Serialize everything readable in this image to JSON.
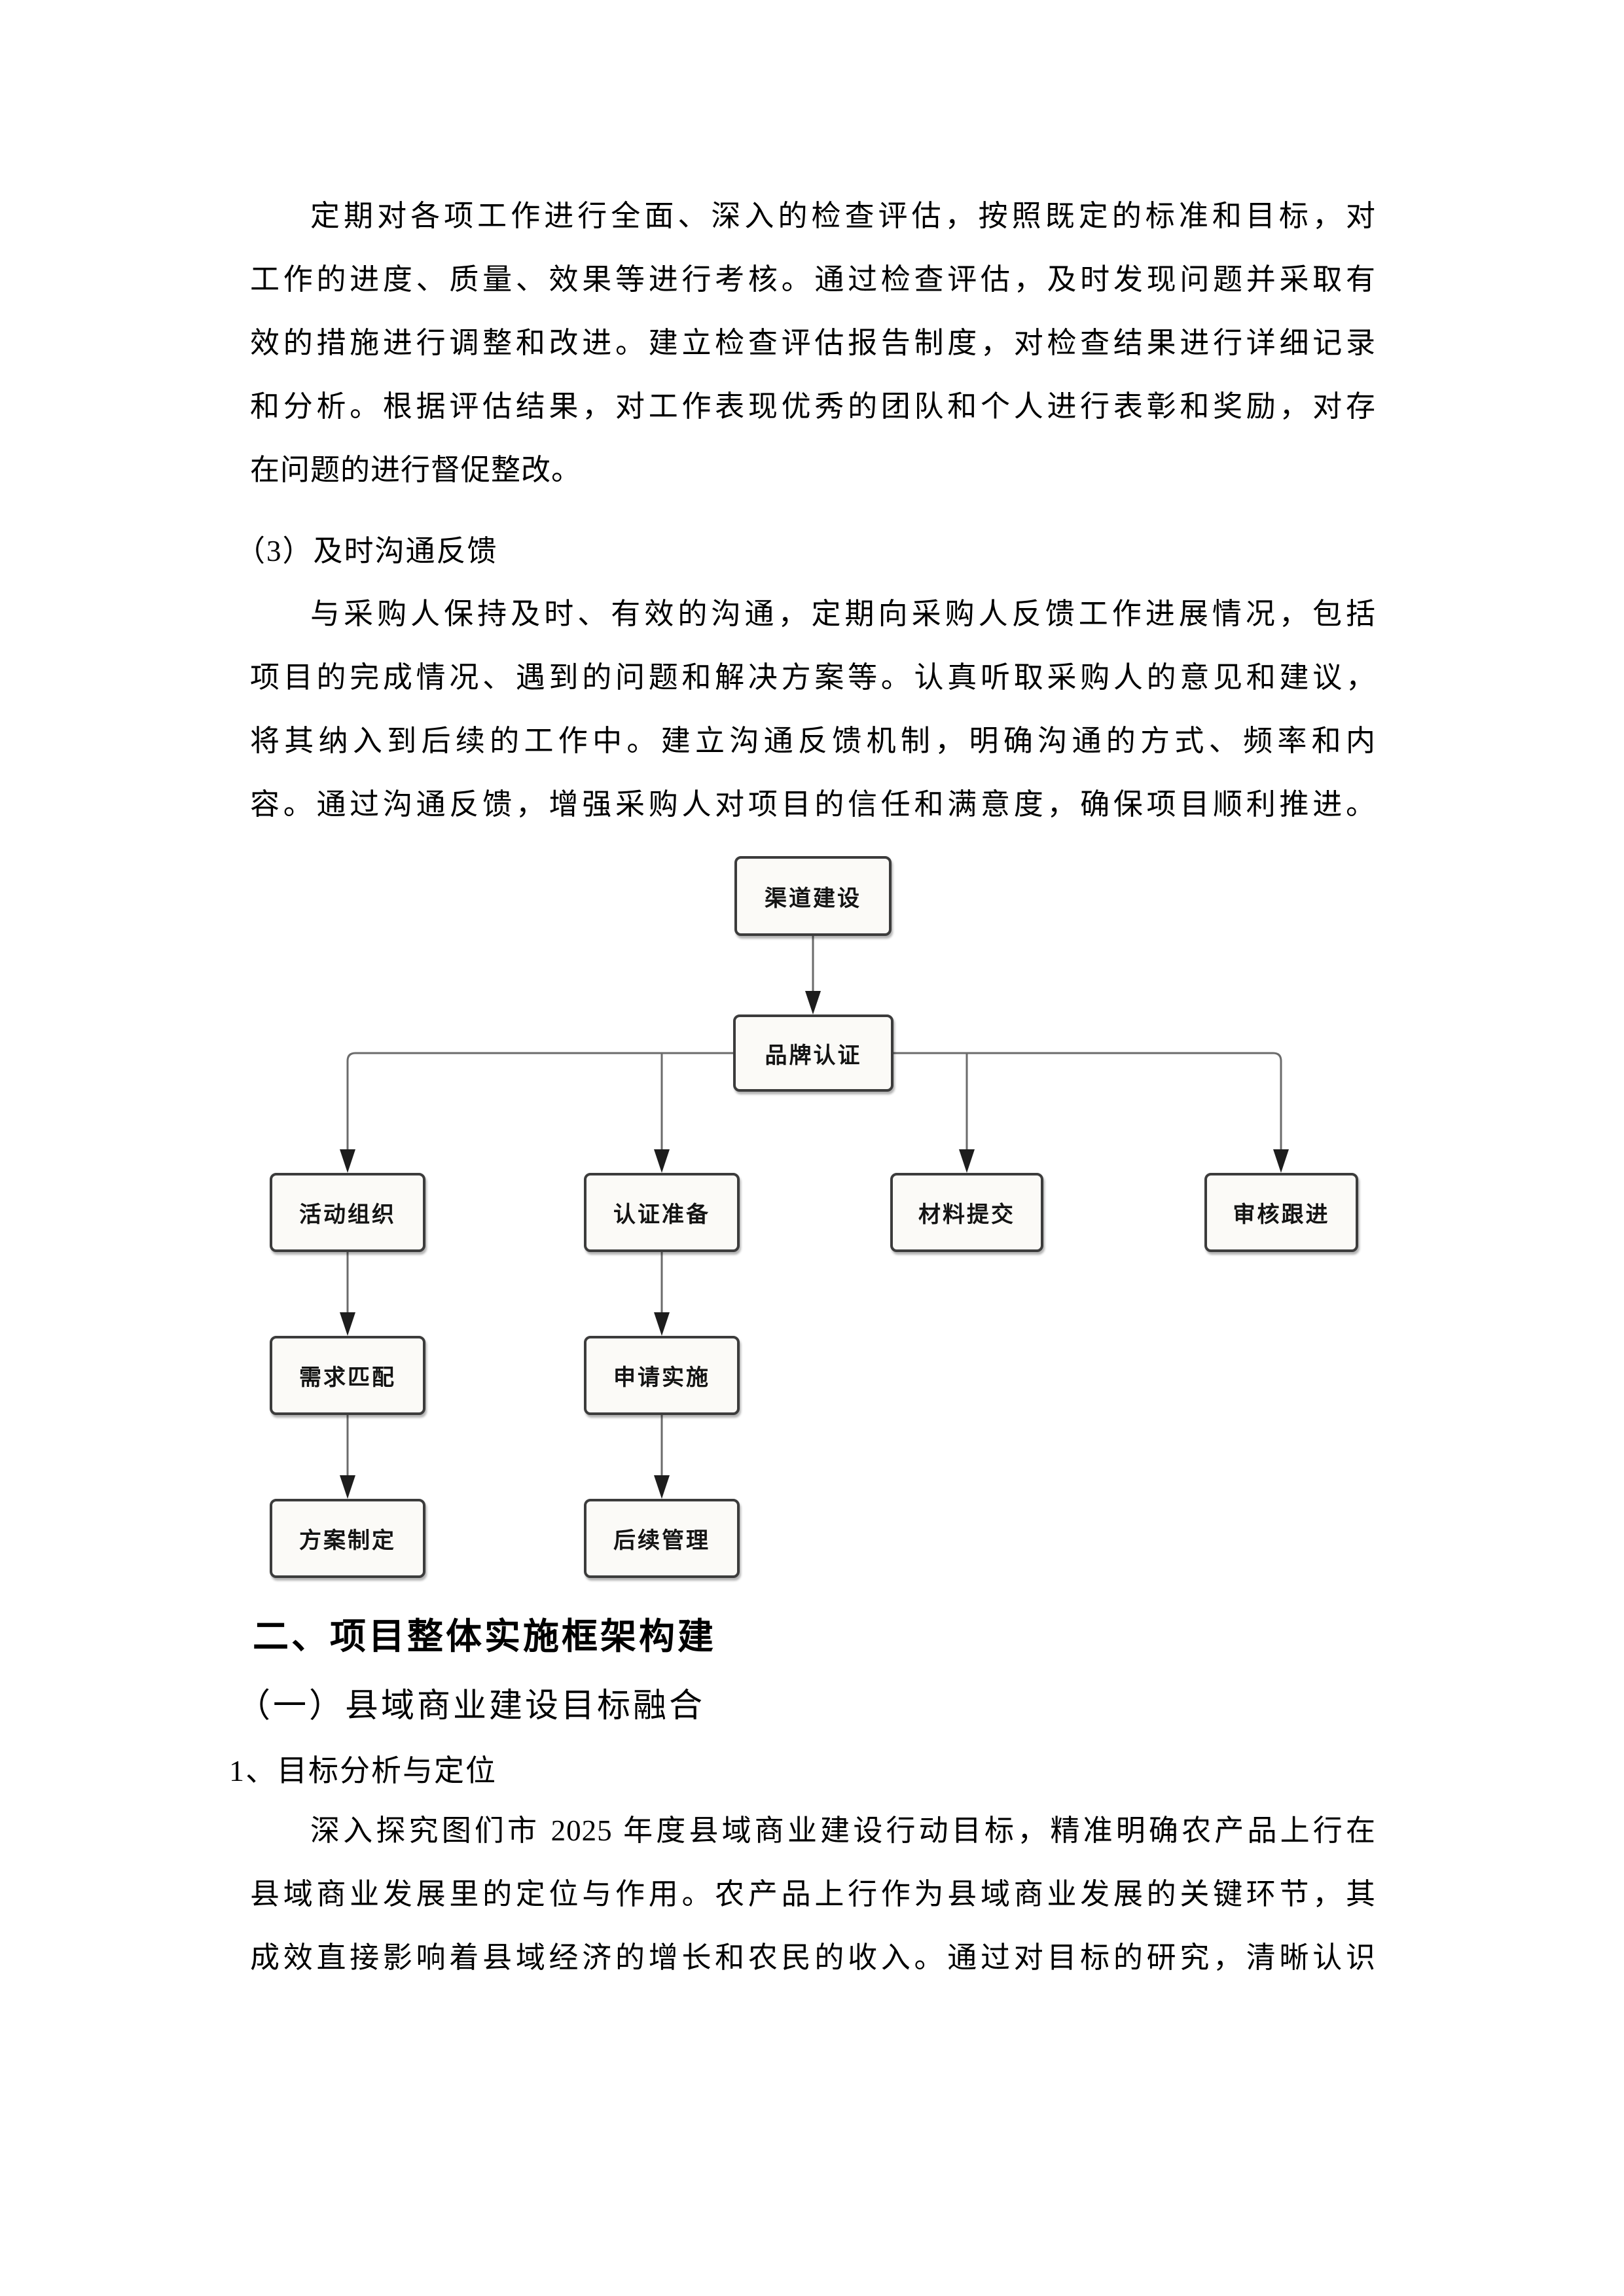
{
  "paragraphs": {
    "p1": {
      "lines": [
        "定期对各项工作进行全面、深入的检查评估，按照既定的标准和目标，对",
        "工作的进度、质量、效果等进行考核。通过检查评估，及时发现问题并采取有",
        "效的措施进行调整和改进。建立检查评估报告制度，对检查结果进行详细记录",
        "和分析。根据评估结果，对工作表现优秀的团队和个人进行表彰和奖励，对存",
        "在问题的进行督促整改。"
      ]
    },
    "sub_heading": "（3）及时沟通反馈",
    "p2": {
      "lines": [
        "与采购人保持及时、有效的沟通，定期向采购人反馈工作进展情况，包括",
        "项目的完成情况、遇到的问题和解决方案等。认真听取采购人的意见和建议，",
        "将其纳入到后续的工作中。建立沟通反馈机制，明确沟通的方式、频率和内",
        "容。通过沟通反馈，增强采购人对项目的信任和满意度，确保项目顺利推进。"
      ]
    },
    "p3": {
      "lines": [
        "深入探究图们市 2025 年度县域商业建设行动目标，精准明确农产品上行在",
        "县域商业发展里的定位与作用。农产品上行作为县域商业发展的关键环节，其",
        "成效直接影响着县域经济的增长和农民的收入。通过对目标的研究，清晰认识"
      ]
    }
  },
  "headings": {
    "h1": "二、项目整体实施框架构建",
    "h2": "（一）县域商业建设目标融合",
    "h3": "1、目标分析与定位"
  },
  "flowchart": {
    "nodes": {
      "channel": "渠道建设",
      "brand": "品牌认证",
      "activity": "活动组织",
      "cert_prep": "认证准备",
      "material": "材料提交",
      "audit": "审核跟进",
      "demand": "需求匹配",
      "apply": "申请实施",
      "plan": "方案制定",
      "follow": "后续管理"
    },
    "edges": [
      [
        "渠道建设",
        "品牌认证"
      ],
      [
        "品牌认证",
        "活动组织"
      ],
      [
        "品牌认证",
        "认证准备"
      ],
      [
        "品牌认证",
        "材料提交"
      ],
      [
        "品牌认证",
        "审核跟进"
      ],
      [
        "活动组织",
        "需求匹配"
      ],
      [
        "需求匹配",
        "方案制定"
      ],
      [
        "认证准备",
        "申请实施"
      ],
      [
        "申请实施",
        "后续管理"
      ]
    ],
    "colors": {
      "box_border": "#3c3c3c",
      "box_fill": "#fbfaf7",
      "connector": "#6b6b6b",
      "arrow": "#1d1d1d"
    }
  }
}
